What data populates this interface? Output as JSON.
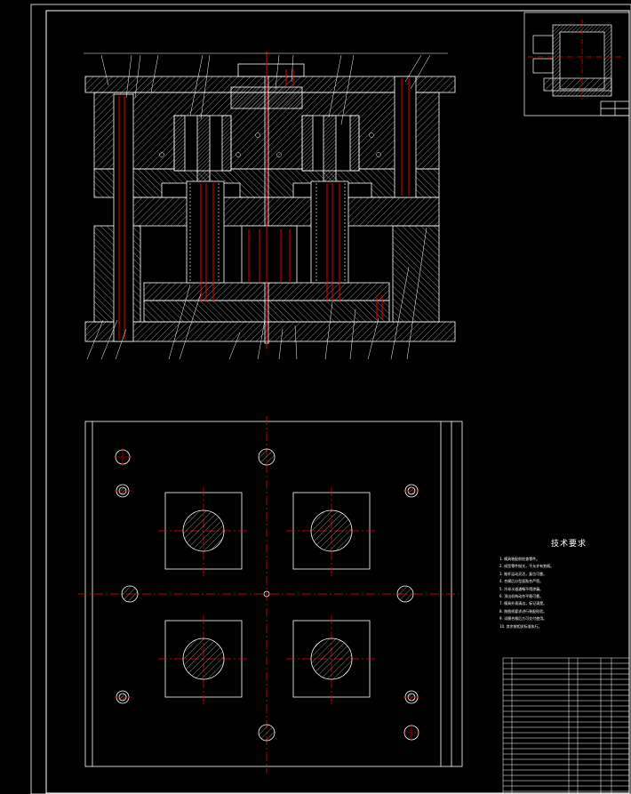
{
  "technical_requirements": {
    "title": "技术要求",
    "notes": [
      "1. 模具装配前检查零件。",
      "2. 成型零件抛光，不允许有划痕。",
      "3. 推杆运动灵活，复位可靠。",
      "4. 合模后分型面贴合严密。",
      "5. 冷却水道通畅不得渗漏。",
      "6. 顶出机构动作平稳可靠。",
      "7. 模具外观清洁，标记清楚。",
      "8. 按图纸要求进行装配检验。",
      "9. 试模合格后方可交付使用。",
      "10. 其余按相关标准执行。"
    ]
  },
  "colors": {
    "background": "#000000",
    "lines": "#ffffff",
    "centerlines": "#ff0000",
    "hatch": "#ffffff"
  }
}
